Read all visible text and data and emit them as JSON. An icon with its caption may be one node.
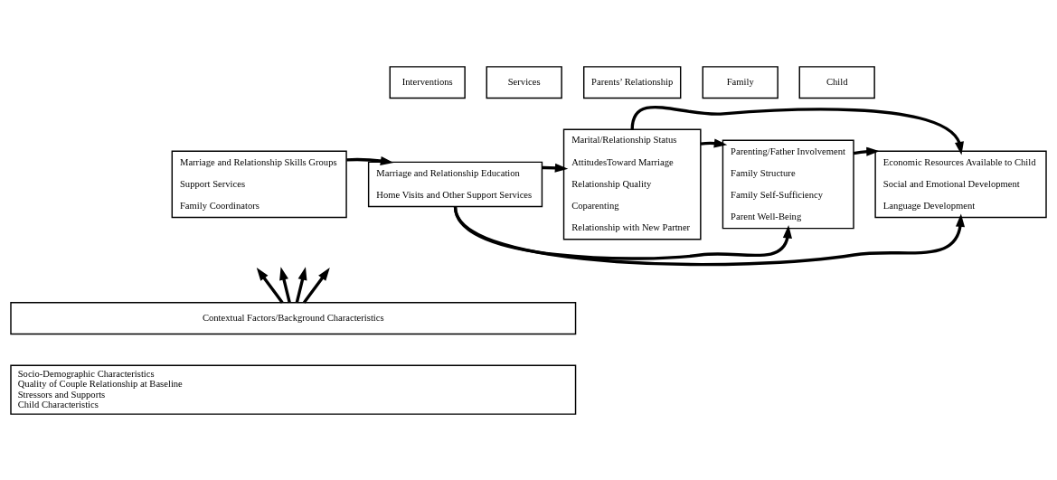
{
  "diagram": {
    "nodes": [
      {
        "text": [
          "Interventions"
        ]
      },
      {
        "text": [
          "Services"
        ]
      },
      {
        "text": [
          "Parents’ Relationship"
        ]
      },
      {
        "text": [
          "Family"
        ]
      },
      {
        "text": [
          "Child"
        ]
      },
      {
        "text": [
          "Marriage and Relationship Skills Groups",
          "Support Services",
          "Family Coordinators"
        ]
      },
      {
        "text": [
          "Marriage and Relationship Education",
          "Home Visits and Other Support Services"
        ]
      },
      {
        "text": [
          "Marital/Relationship Status",
          "AttitudesToward Marriage",
          "Relationship Quality",
          "Coparenting",
          "Relationship with New Partner"
        ]
      },
      {
        "text": [
          "Parenting/Father Involvement",
          "Family Structure",
          "Family Self-Sufficiency",
          "Parent Well-Being"
        ]
      },
      {
        "text": [
          "Economic Resources Available to Child",
          "Social and Emotional Development",
          "Language Development"
        ]
      },
      {
        "text": [
          "Contextual Factors/Background Characteristics"
        ]
      },
      {
        "text": [
          "Socio-Demographic Characteristics",
          "Quality of Couple Relationship at Baseline",
          "Stressors and Supports",
          "Child Characteristics"
        ]
      }
    ],
    "edges": [
      {
        "from": 5,
        "to": 6,
        "arrow": "to"
      },
      {
        "from": 6,
        "to": 7,
        "arrow": "to"
      },
      {
        "from": 7,
        "to": 8,
        "arrow": "to"
      },
      {
        "from": 8,
        "to": 9,
        "arrow": "to"
      },
      {
        "from": 7,
        "to": 9,
        "arrow": "to"
      },
      {
        "from": 6,
        "to": 8,
        "arrow": "to"
      },
      {
        "from": 6,
        "to": 9,
        "arrow": "to"
      },
      {
        "from": 10,
        "to": null,
        "arrow": "to"
      },
      {
        "from": 10,
        "to": null,
        "arrow": "to"
      },
      {
        "from": 10,
        "to": null,
        "arrow": "to"
      },
      {
        "from": 10,
        "to": null,
        "arrow": "to"
      }
    ]
  }
}
